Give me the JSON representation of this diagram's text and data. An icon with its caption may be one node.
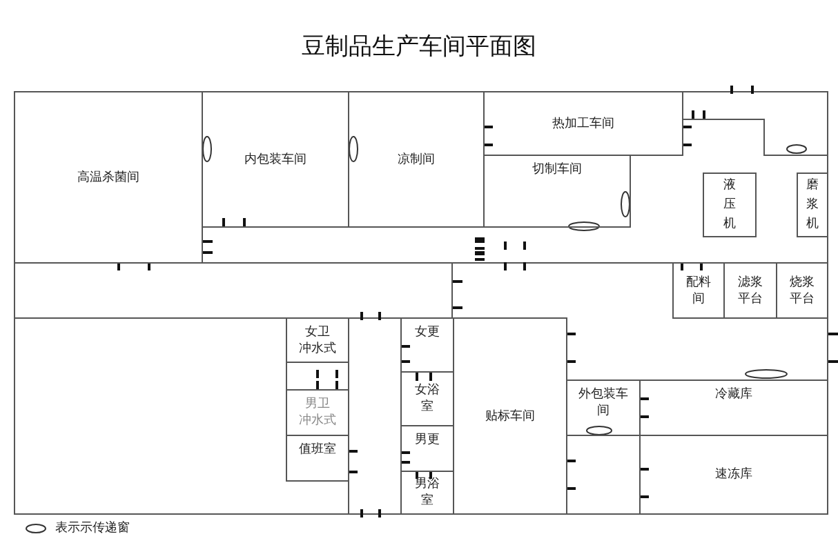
{
  "diagram": {
    "title": "豆制品生产车间平面图",
    "nodes": [
      {
        "text": [
          "高温杀菌间"
        ]
      },
      {
        "text": [
          "内包装车间"
        ]
      },
      {
        "text": [
          "凉制间"
        ]
      },
      {
        "text": [
          "热加工车间"
        ]
      },
      {
        "text": [
          "切制车间"
        ]
      },
      {
        "text": [
          "液压机"
        ]
      },
      {
        "text": [
          "磨浆机"
        ]
      },
      {
        "text": [
          "配料间"
        ]
      },
      {
        "text": [
          "滤浆平台"
        ]
      },
      {
        "text": [
          "烧浆平台"
        ]
      },
      {
        "text": [
          "女卫冲水式"
        ]
      },
      {
        "text": [
          "男卫冲水式"
        ]
      },
      {
        "text": [
          "值班室"
        ]
      },
      {
        "text": [
          "女更"
        ]
      },
      {
        "text": [
          "女浴室"
        ]
      },
      {
        "text": [
          "男更"
        ]
      },
      {
        "text": [
          "男浴室"
        ]
      },
      {
        "text": [
          "贴标车间"
        ]
      },
      {
        "text": [
          "外包装车间"
        ]
      },
      {
        "text": [
          "冷藏库"
        ]
      },
      {
        "text": [
          "速冻库"
        ]
      }
    ],
    "legend": [
      {
        "text": "表示示传递窗"
      }
    ]
  }
}
